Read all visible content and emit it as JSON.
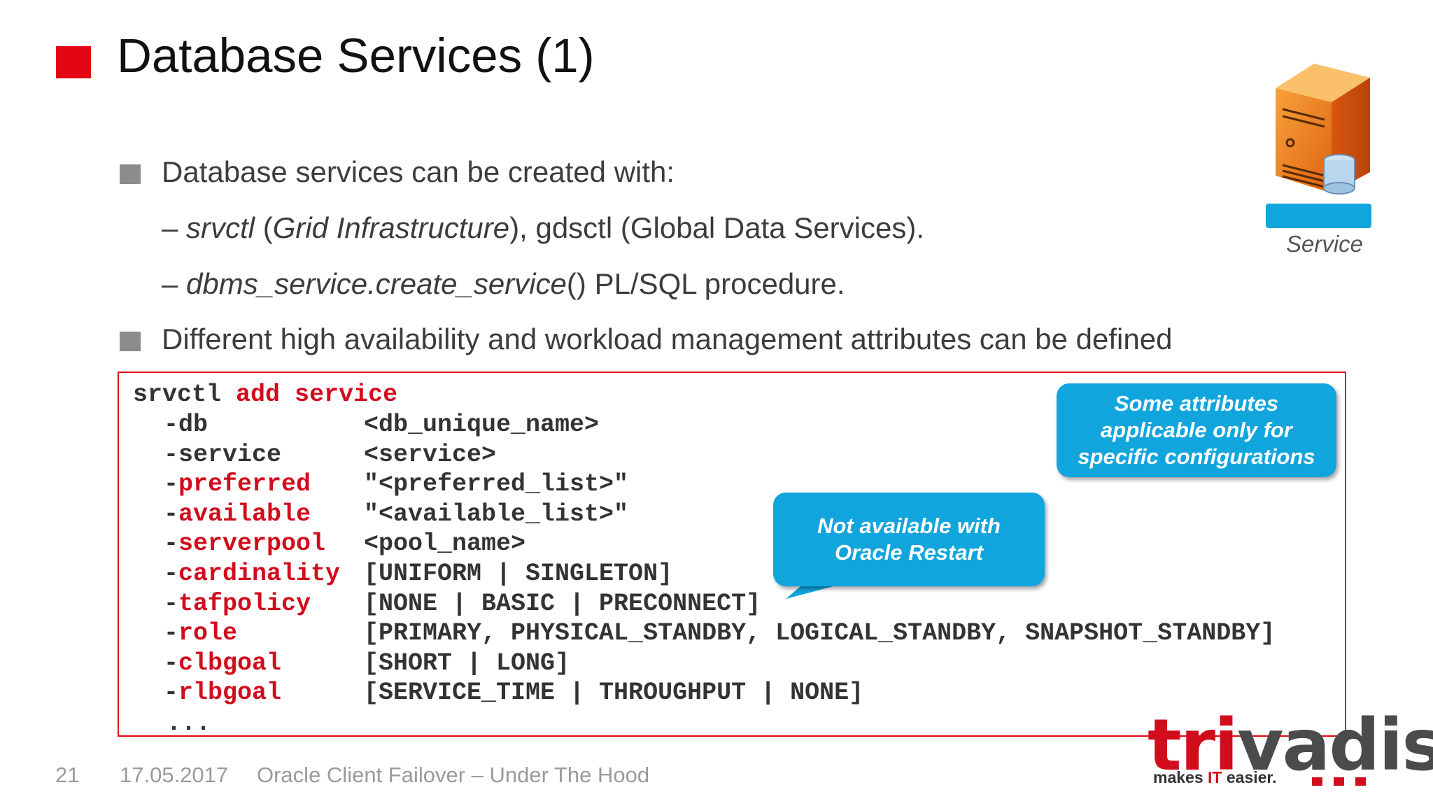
{
  "slide": {
    "title": "Database Services (1)",
    "bullet1": "Database services can be created with:",
    "sub1": {
      "dash": "– ",
      "a": "srvctl",
      "b": " (",
      "c": "Grid Infrastructure",
      "d": "), gdsctl (Global Data Services)."
    },
    "sub2": {
      "dash": "– ",
      "a": "dbms_service.create_service",
      "b": "() PL/SQL procedure."
    },
    "bullet2": "Different high availability and workload management attributes can be defined"
  },
  "service_icon": {
    "label": "Service",
    "icon": "server-database-icon"
  },
  "code": {
    "cmd": "srvctl",
    "cmd_rest": "add service",
    "lines": [
      {
        "opt": "-db",
        "red": false,
        "val": "<db_unique_name>"
      },
      {
        "opt": "-service",
        "red": false,
        "val": "<service>"
      },
      {
        "opt": "-preferred",
        "red": true,
        "val": "\"<preferred_list>\""
      },
      {
        "opt": "-available",
        "red": true,
        "val": "\"<available_list>\""
      },
      {
        "opt": "-serverpool",
        "red": true,
        "val": "<pool_name>"
      },
      {
        "opt": "-cardinality",
        "red": true,
        "val": "[UNIFORM | SINGLETON]"
      },
      {
        "opt": "-tafpolicy",
        "red": true,
        "val": "[NONE | BASIC | PRECONNECT]"
      },
      {
        "opt": "-role",
        "red": true,
        "val": "[PRIMARY, PHYSICAL_STANDBY, LOGICAL_STANDBY, SNAPSHOT_STANDBY]"
      },
      {
        "opt": "-clbgoal",
        "red": true,
        "val": "[SHORT | LONG]"
      },
      {
        "opt": "-rlbgoal",
        "red": true,
        "val": "[SERVICE_TIME | THROUGHPUT | NONE]"
      }
    ],
    "ellipsis": "..."
  },
  "callouts": {
    "top": [
      "Some attributes",
      "applicable only for",
      "specific configurations"
    ],
    "mid": [
      "Not available with",
      "Oracle Restart"
    ]
  },
  "footer": {
    "page": "21",
    "date": "17.05.2017",
    "presentation": "Oracle Client Failover – Under The Hood"
  },
  "logo": {
    "word_red": "tri",
    "word_grey": "vadis",
    "tag_a": "makes ",
    "tag_b": "IT",
    "tag_c": " easier."
  },
  "colors": {
    "accent_red": "#e30613",
    "callout_blue": "#11a5de"
  }
}
